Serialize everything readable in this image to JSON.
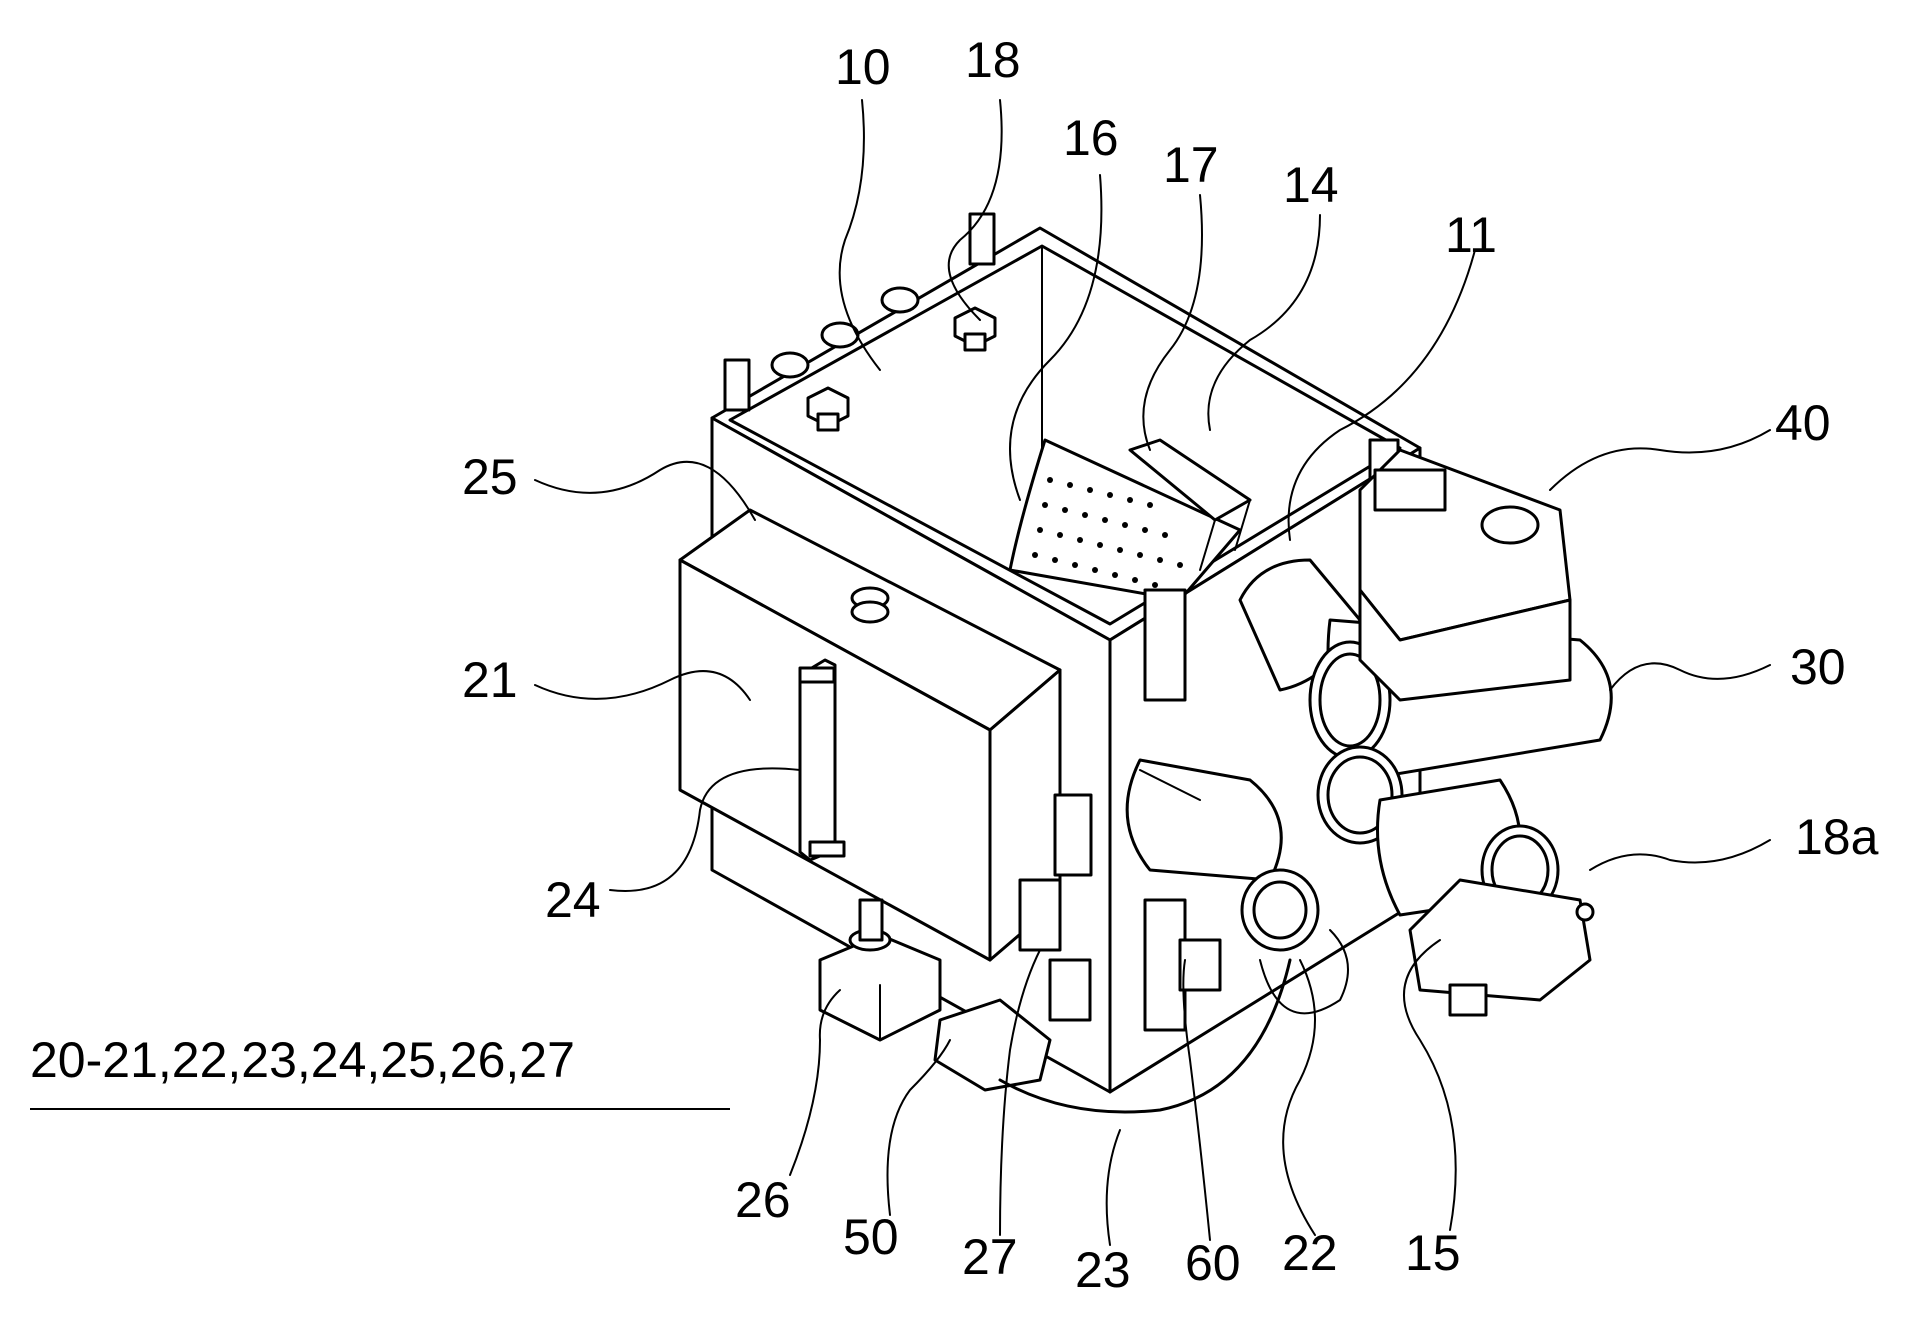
{
  "figure": {
    "labels": [
      {
        "id": "l10",
        "text": "10"
      },
      {
        "id": "l18",
        "text": "18"
      },
      {
        "id": "l16",
        "text": "16"
      },
      {
        "id": "l17",
        "text": "17"
      },
      {
        "id": "l14",
        "text": "14"
      },
      {
        "id": "l11",
        "text": "11"
      },
      {
        "id": "l40",
        "text": "40"
      },
      {
        "id": "l30",
        "text": "30"
      },
      {
        "id": "l18a",
        "text": "18a"
      },
      {
        "id": "l25",
        "text": "25"
      },
      {
        "id": "l21",
        "text": "21"
      },
      {
        "id": "l24",
        "text": "24"
      },
      {
        "id": "l26",
        "text": "26"
      },
      {
        "id": "l50",
        "text": "50"
      },
      {
        "id": "l27",
        "text": "27"
      },
      {
        "id": "l23",
        "text": "23"
      },
      {
        "id": "l60",
        "text": "60"
      },
      {
        "id": "l22",
        "text": "22"
      },
      {
        "id": "l15",
        "text": "15"
      }
    ],
    "group_label": "20-21,22,23,24,25,26,27"
  }
}
